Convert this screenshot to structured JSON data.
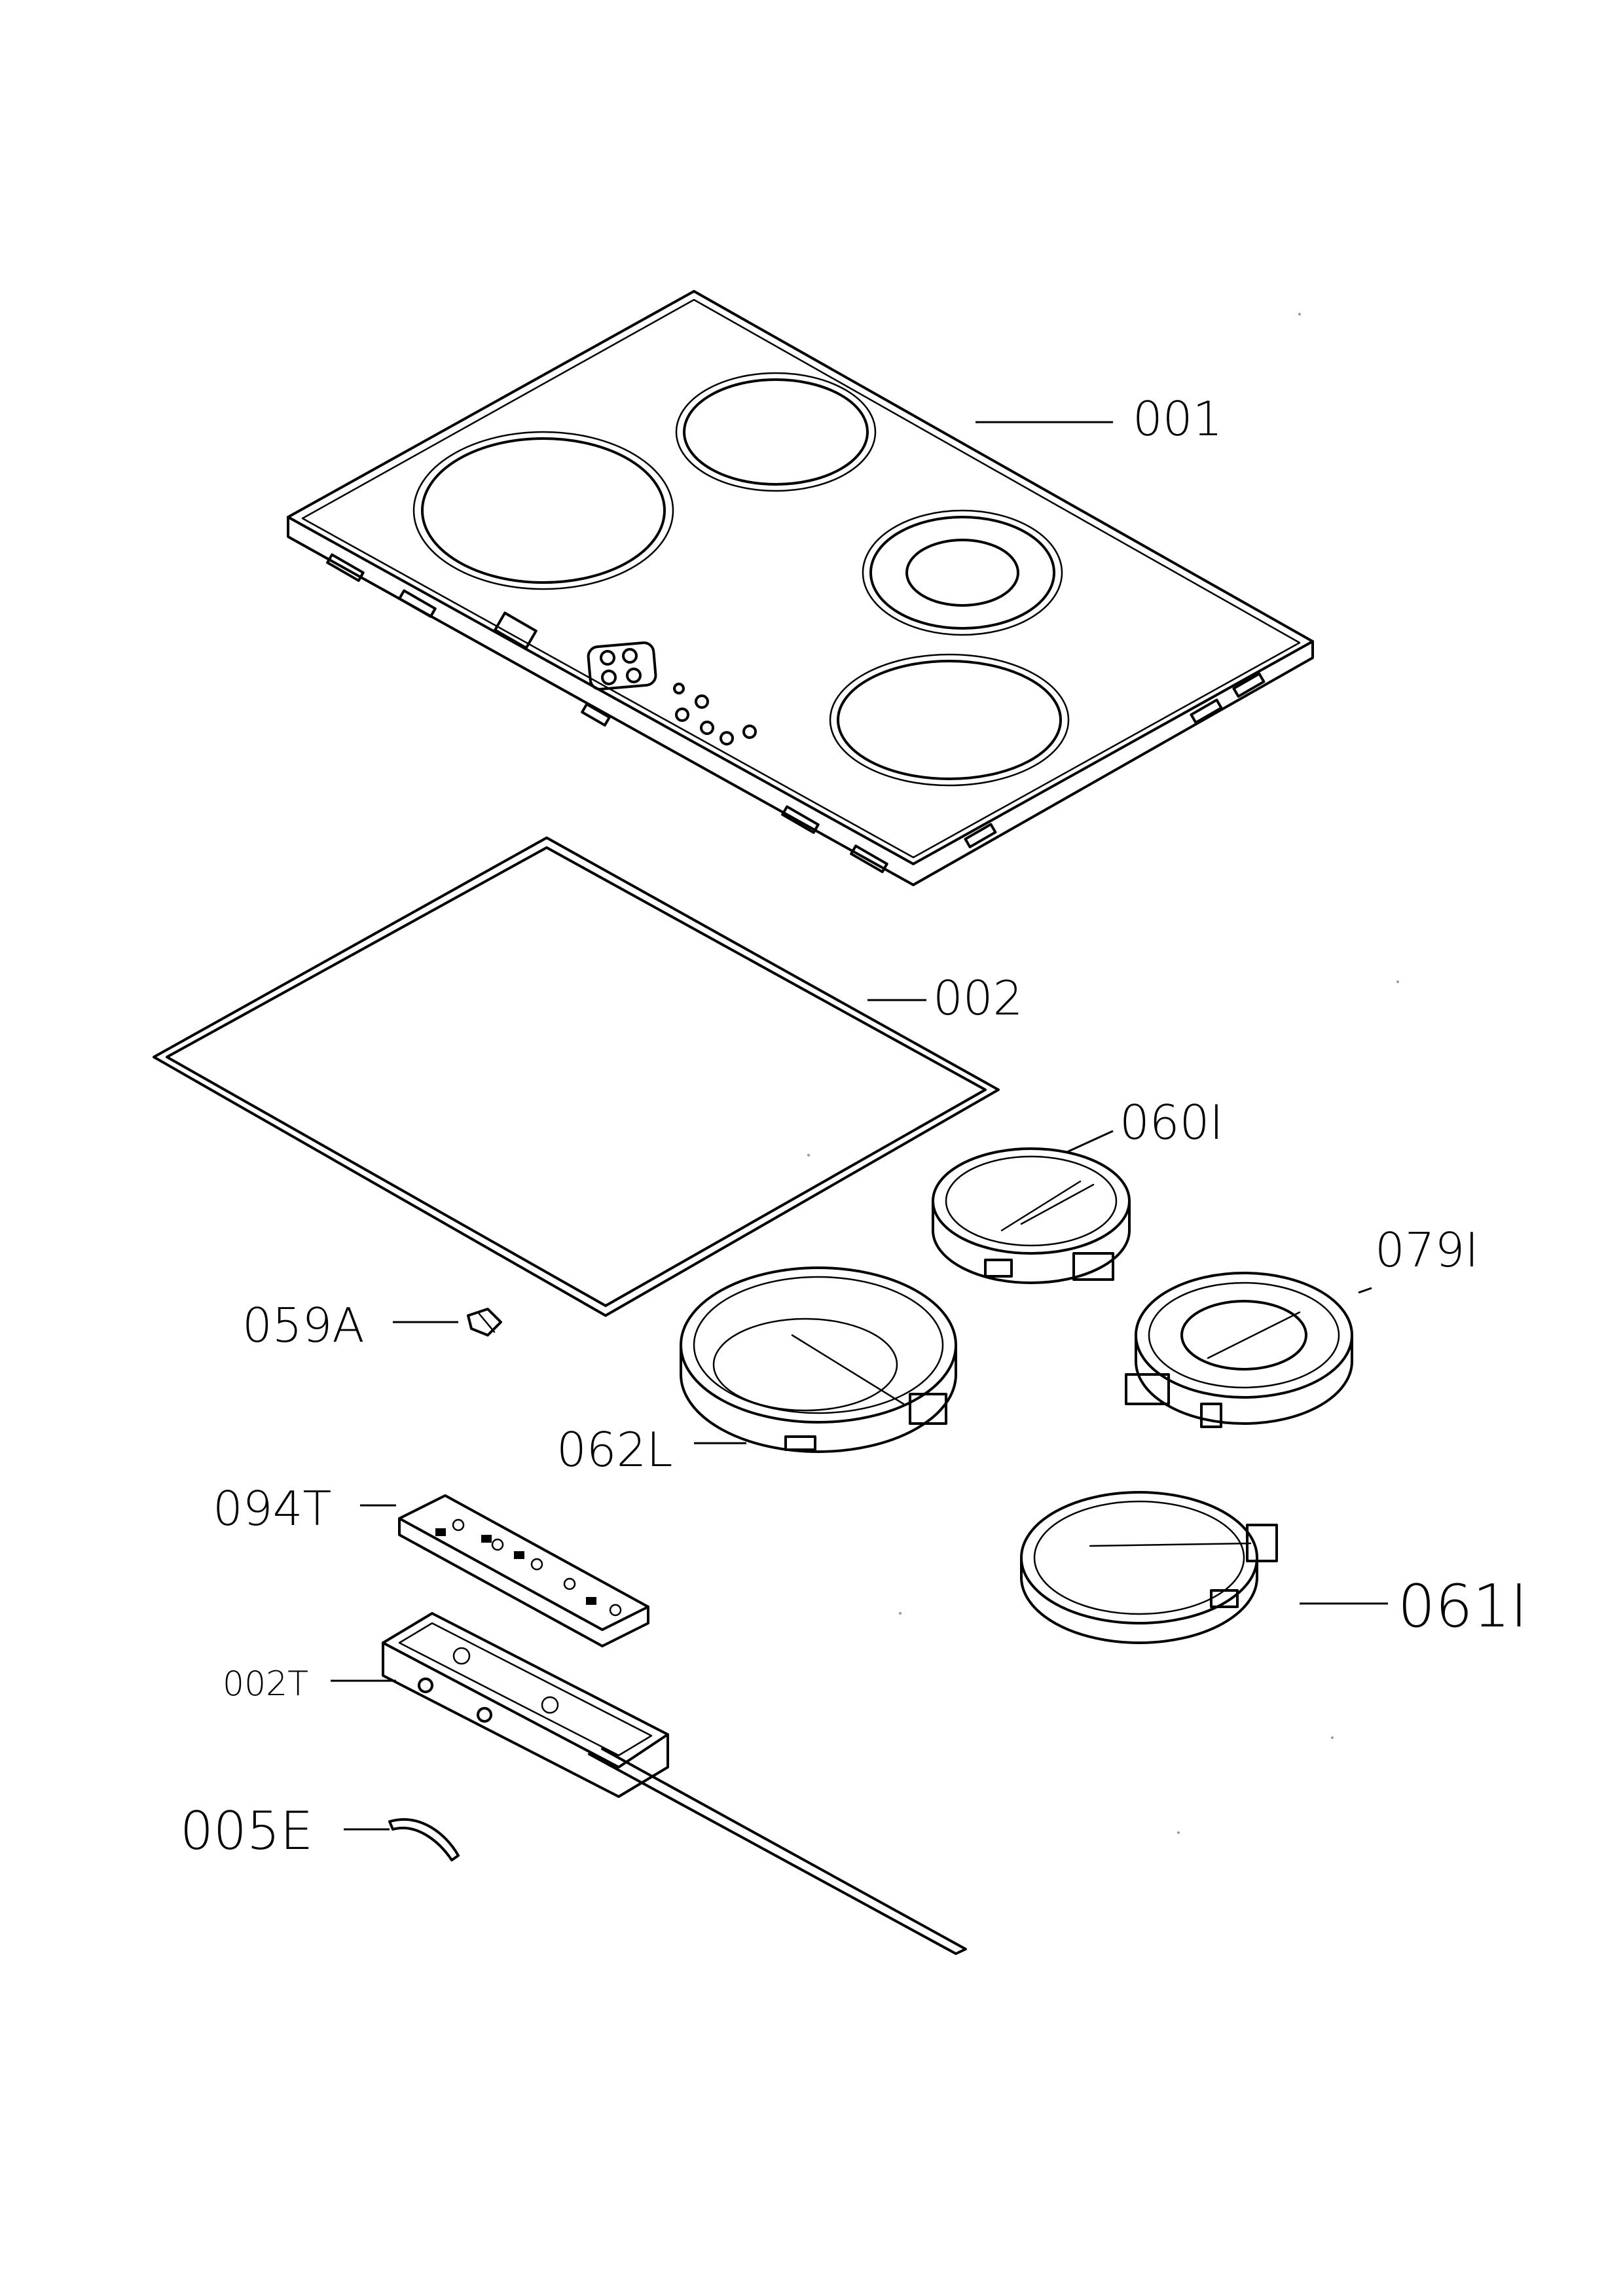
{
  "labels": {
    "p001": "001",
    "p002": "002",
    "p060I": "060I",
    "p079I": "079I",
    "p059A": "059A",
    "p062L": "062L",
    "p094T": "094T",
    "p061I": "061I",
    "p002T": "002T",
    "p005E": "005E"
  },
  "colors": {
    "line": "#000000",
    "background": "#ffffff"
  }
}
